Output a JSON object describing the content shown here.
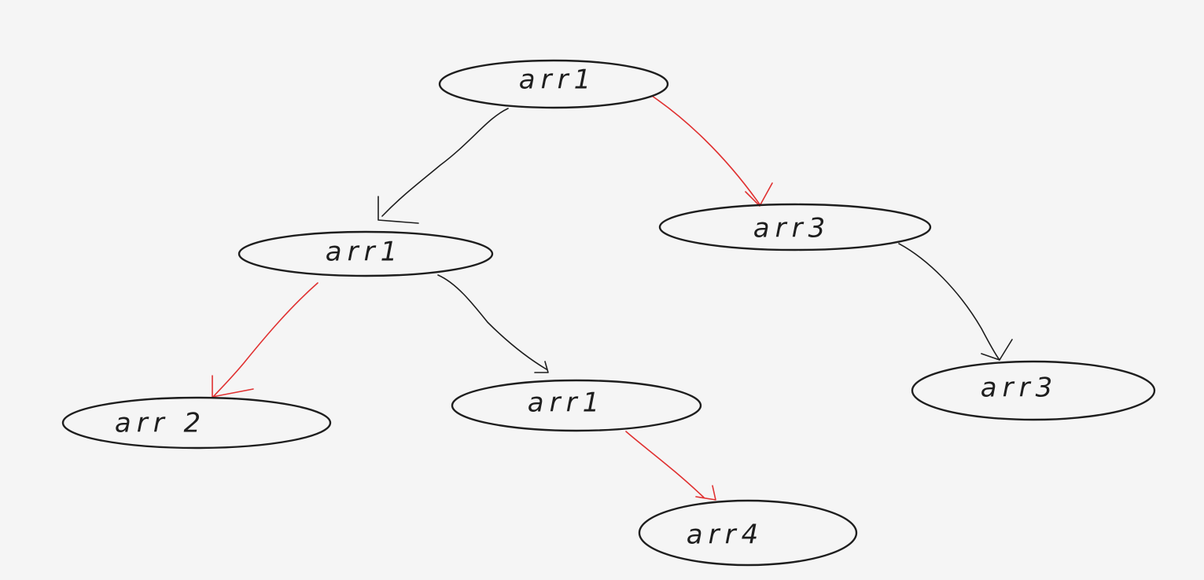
{
  "colors": {
    "background": "#f5f5f5",
    "node_stroke": "#1e1e1e",
    "default_edge": "#1e1e1e",
    "highlight_edge": "#e03131"
  },
  "nodes": [
    {
      "id": "root",
      "label": "arr1"
    },
    {
      "id": "left",
      "label": "arr1"
    },
    {
      "id": "right",
      "label": "arr3"
    },
    {
      "id": "ll",
      "label": "arr 2"
    },
    {
      "id": "lr",
      "label": "arr1"
    },
    {
      "id": "rr",
      "label": "arr3"
    },
    {
      "id": "lrr",
      "label": "arr4"
    }
  ],
  "edges": [
    {
      "from": "root",
      "to": "left",
      "highlight": false
    },
    {
      "from": "root",
      "to": "right",
      "highlight": true
    },
    {
      "from": "left",
      "to": "ll",
      "highlight": true
    },
    {
      "from": "left",
      "to": "lr",
      "highlight": false
    },
    {
      "from": "right",
      "to": "rr",
      "highlight": false
    },
    {
      "from": "lr",
      "to": "lrr",
      "highlight": true
    }
  ]
}
